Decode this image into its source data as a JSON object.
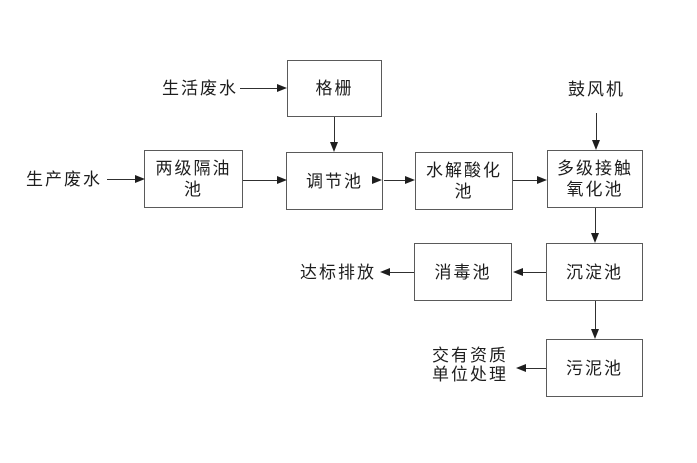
{
  "diagram": {
    "type": "flowchart",
    "subject": "废水处理工艺流程图",
    "nodes": [
      {
        "id": "grid",
        "label": "格栅"
      },
      {
        "id": "oil-separator",
        "label": "两级隔油池"
      },
      {
        "id": "regulating",
        "label": "调节池"
      },
      {
        "id": "hydrolysis",
        "label": "水解酸化池"
      },
      {
        "id": "oxidation",
        "label": "多级接触氧化池"
      },
      {
        "id": "sedimentation",
        "label": "沉淀池"
      },
      {
        "id": "disinfection",
        "label": "消毒池"
      },
      {
        "id": "sludge",
        "label": "污泥池"
      }
    ],
    "labels": [
      {
        "id": "domestic-wastewater",
        "text": "生活废水"
      },
      {
        "id": "production-wastewater",
        "text": "生产废水"
      },
      {
        "id": "blower",
        "text": "鼓风机"
      },
      {
        "id": "discharge",
        "text": "达标排放"
      },
      {
        "id": "qualified-disposal",
        "text": "交有资质\n单位处理"
      }
    ],
    "edges": [
      {
        "from": "生活废水",
        "to": "格栅"
      },
      {
        "from": "格栅",
        "to": "调节池"
      },
      {
        "from": "生产废水",
        "to": "两级隔油池"
      },
      {
        "from": "两级隔油池",
        "to": "调节池"
      },
      {
        "from": "调节池",
        "to": "水解酸化池"
      },
      {
        "from": "水解酸化池",
        "to": "多级接触氧化池"
      },
      {
        "from": "鼓风机",
        "to": "多级接触氧化池"
      },
      {
        "from": "多级接触氧化池",
        "to": "沉淀池"
      },
      {
        "from": "沉淀池",
        "to": "消毒池"
      },
      {
        "from": "消毒池",
        "to": "达标排放"
      },
      {
        "from": "沉淀池",
        "to": "污泥池"
      },
      {
        "from": "污泥池",
        "to": "交有资质单位处理"
      }
    ],
    "colors": {
      "background": "#ffffff",
      "box_border": "#5a5a5a",
      "line": "#303030",
      "text": "#1e1e1e"
    }
  }
}
